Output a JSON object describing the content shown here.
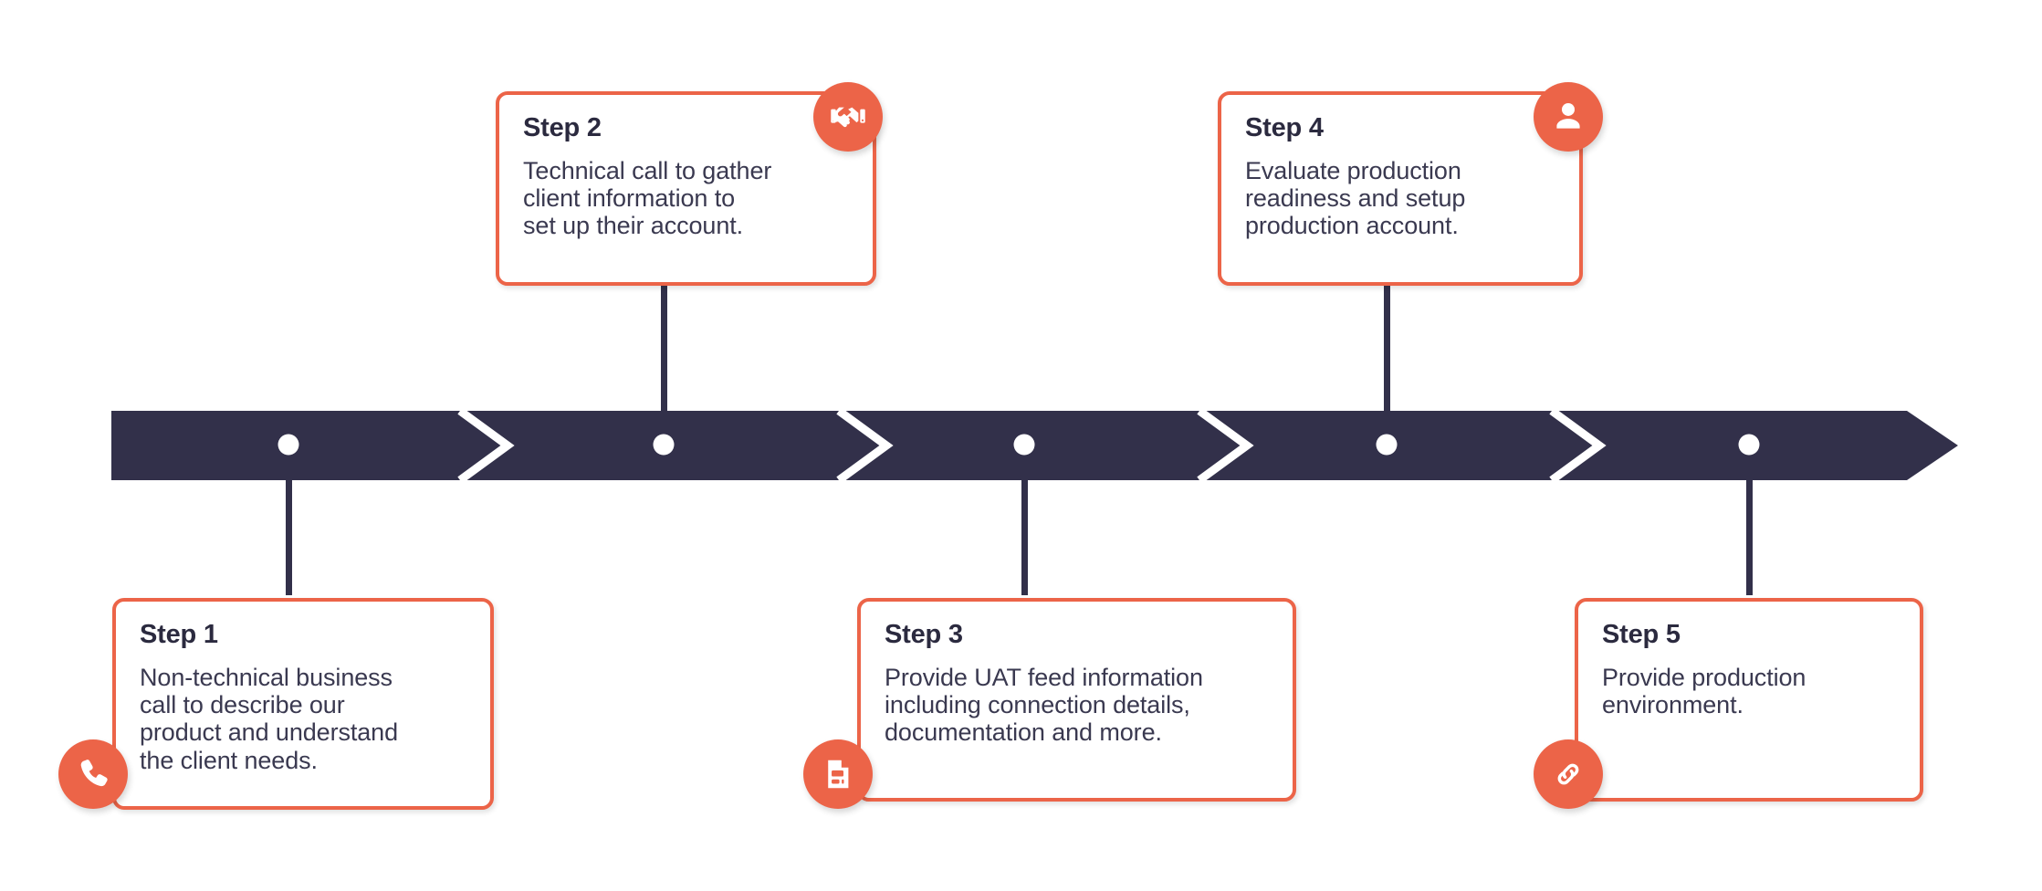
{
  "theme": {
    "accent": "#ec6448",
    "bar_color": "#32304a",
    "title_color": "#2b2a3f",
    "body_color": "#3a3950",
    "background": "#ffffff",
    "dot_color": "#ffffff"
  },
  "timeline": {
    "direction": "left-to-right",
    "segments": 5,
    "steps": [
      {
        "id": "step-1",
        "title": "Step 1",
        "body": "Non-technical business\ncall to describe our\nproduct and understand\nthe client needs.",
        "icon": "phone-icon",
        "position": "below"
      },
      {
        "id": "step-2",
        "title": "Step 2",
        "body": "Technical call to gather\nclient information to\nset up their account.",
        "icon": "handshake-icon",
        "position": "above"
      },
      {
        "id": "step-3",
        "title": "Step 3",
        "body": "Provide UAT feed information\nincluding connection details,\ndocumentation and more.",
        "icon": "document-icon",
        "position": "below"
      },
      {
        "id": "step-4",
        "title": "Step 4",
        "body": "Evaluate production\nreadiness and setup\nproduction account.",
        "icon": "person-icon",
        "position": "above"
      },
      {
        "id": "step-5",
        "title": "Step 5",
        "body": "Provide production\nenvironment.",
        "icon": "link-icon",
        "position": "below"
      }
    ]
  }
}
